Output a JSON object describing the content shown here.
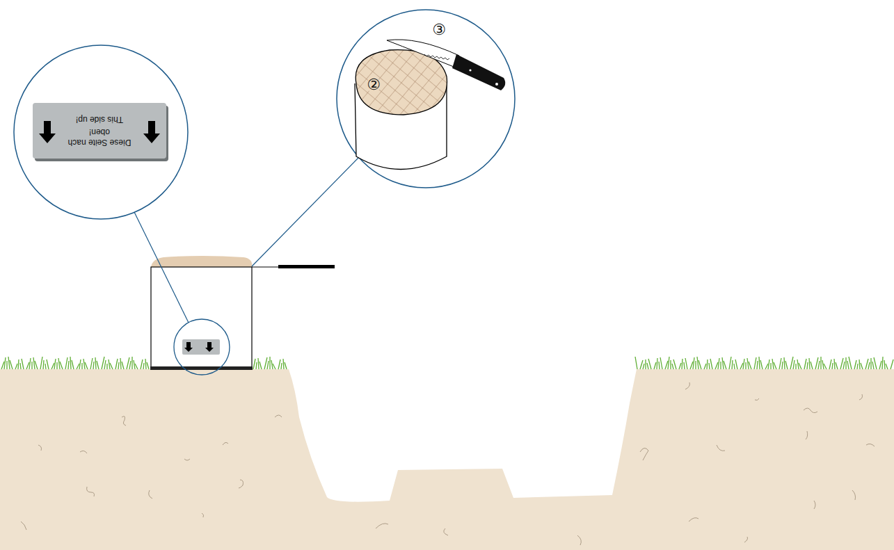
{
  "diagram": {
    "nodes": [
      {
        "text": [
          "Diese Seite nach oben!",
          "This side up!"
        ]
      }
    ],
    "labels": [
      "②",
      "③"
    ]
  }
}
